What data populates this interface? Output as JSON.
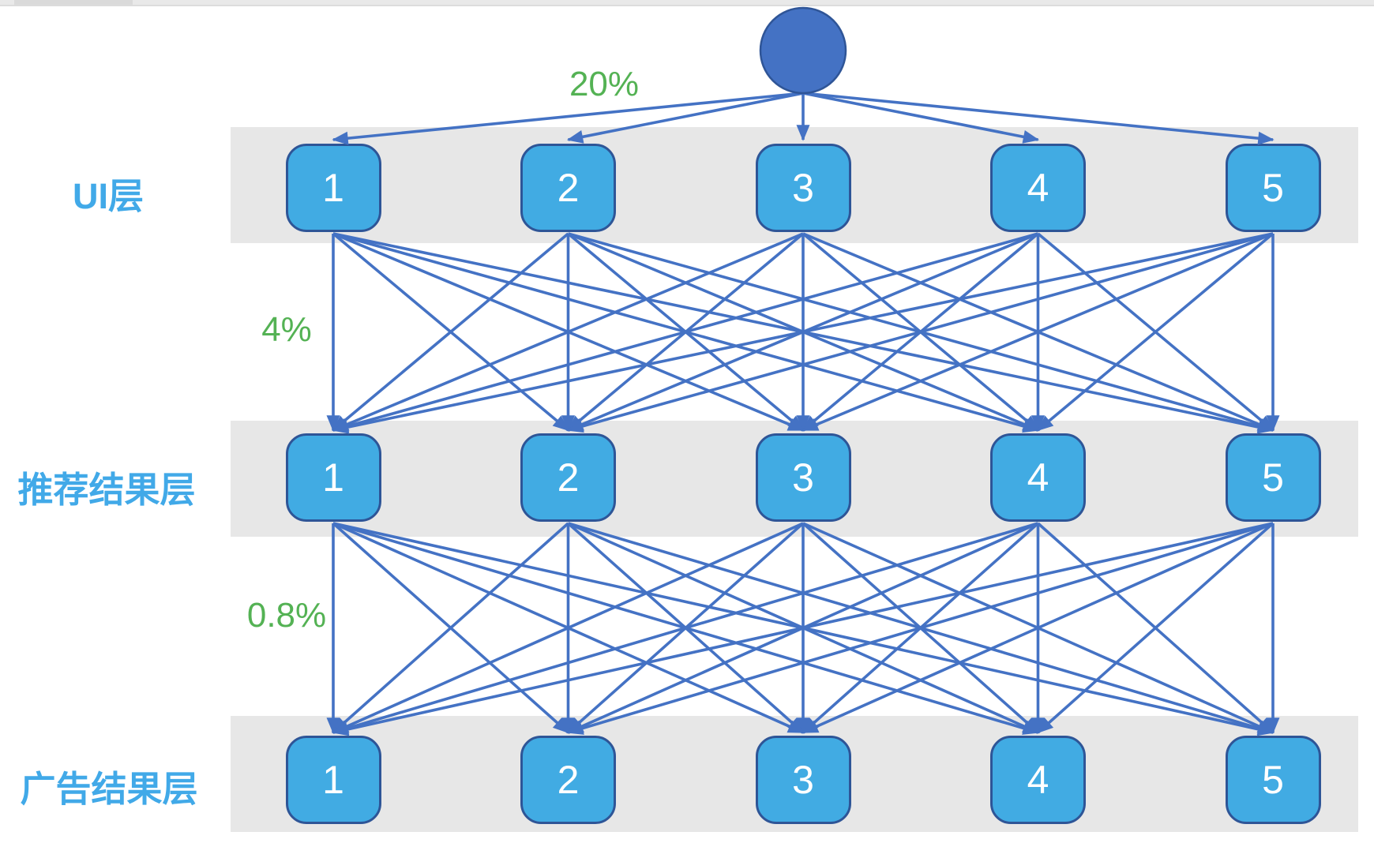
{
  "diagram": {
    "root": {
      "name": "traffic-source-node",
      "shape": "circle"
    },
    "layers": [
      {
        "label": "UI层",
        "rate": "20%",
        "nodes": [
          "1",
          "2",
          "3",
          "4",
          "5"
        ]
      },
      {
        "label": "推荐结果层",
        "rate": "4%",
        "nodes": [
          "1",
          "2",
          "3",
          "4",
          "5"
        ]
      },
      {
        "label": "广告结果层",
        "rate": "0.8%",
        "nodes": [
          "1",
          "2",
          "3",
          "4",
          "5"
        ]
      }
    ],
    "connectivity": "full-mesh-between-consecutive-layers",
    "colors": {
      "node_fill": "#41ABE3",
      "node_border": "#2E5597",
      "root_fill": "#4472C4",
      "root_border": "#2F5597",
      "edge": "#4472C4",
      "band": "#E7E7E7",
      "label_blue": "#41A9E8",
      "rate_green": "#54B254",
      "node_text": "#FFFFFF"
    }
  }
}
